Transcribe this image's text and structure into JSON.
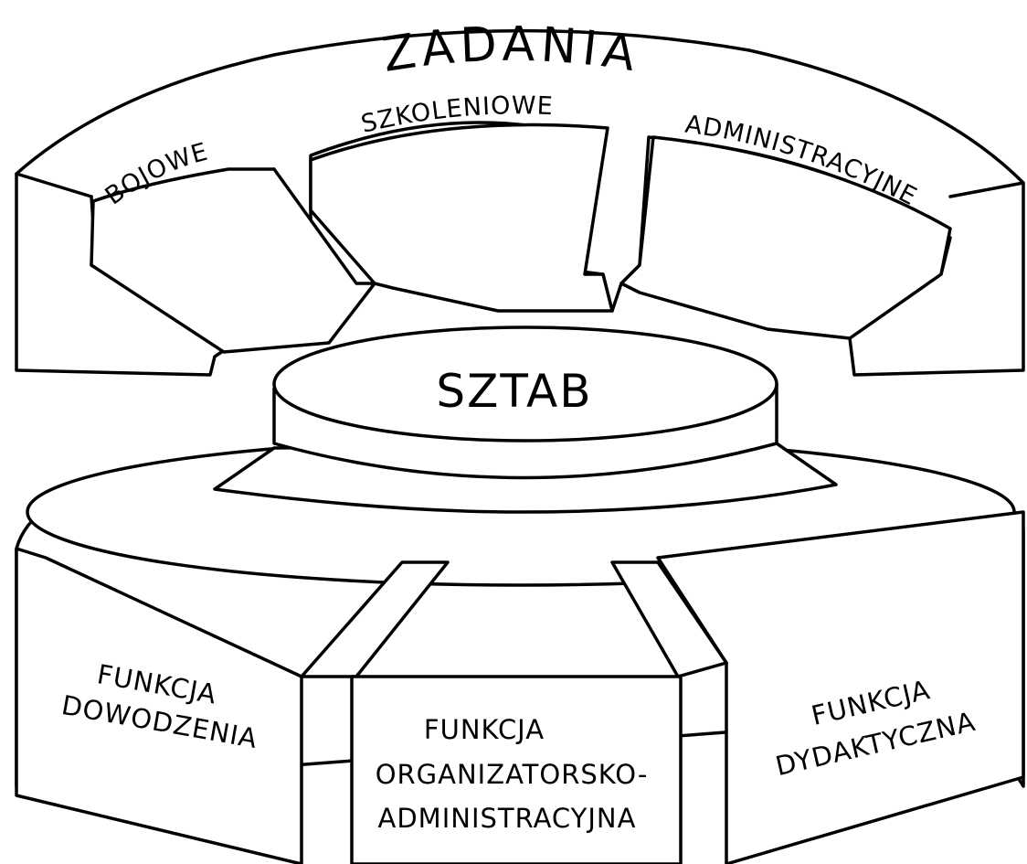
{
  "title": "ZADANIA",
  "tasks": {
    "combat": "BOJOWE",
    "training": "SZKOLENIOWE",
    "administrative": "ADMINISTRACYJNE"
  },
  "center": "SZTAB",
  "functions": {
    "command": {
      "line1": "FUNKCJA",
      "line2": "DOWODZENIA"
    },
    "organizational": {
      "line1": "FUNKCJA",
      "line2": "ORGANIZATORSKO-",
      "line3": "ADMINISTRACYJNA"
    },
    "didactic": {
      "line1": "FUNKCJA",
      "line2": "DYDAKTYCZNA"
    }
  }
}
